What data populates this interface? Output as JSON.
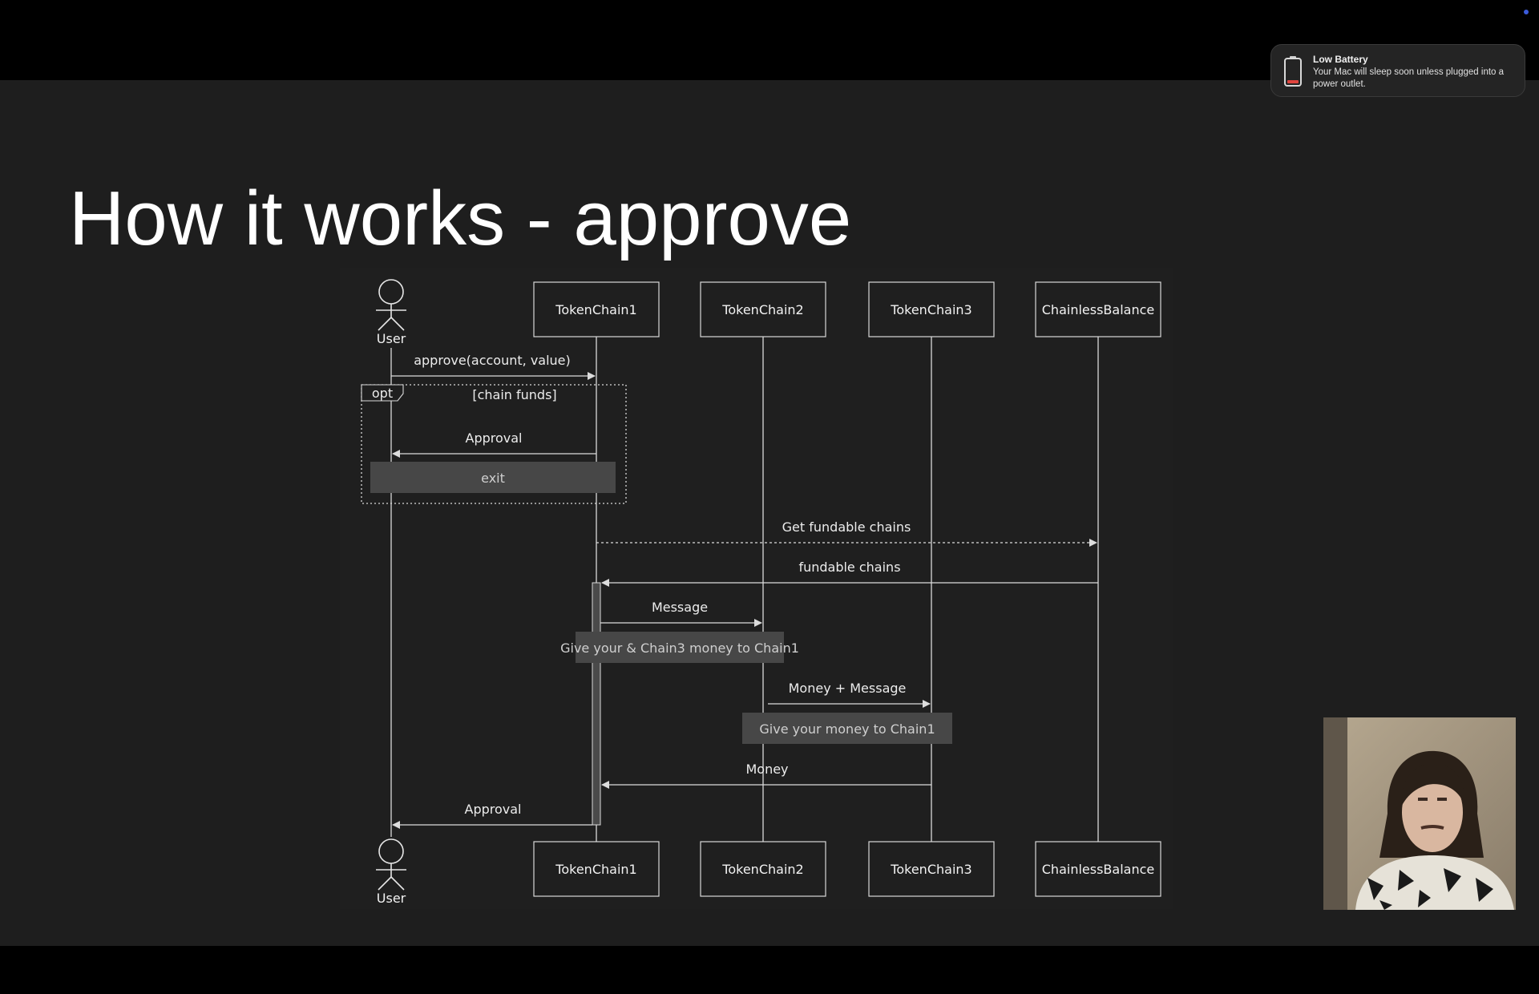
{
  "slide": {
    "title": "How it works - approve"
  },
  "notification": {
    "title": "Low Battery",
    "body": "Your Mac will sleep soon unless plugged into a power outlet.",
    "icon": "battery-low-icon",
    "accent_color": "#e0443e"
  },
  "diagram": {
    "participants": [
      {
        "id": "user",
        "label": "User",
        "kind": "actor"
      },
      {
        "id": "tc1",
        "label": "TokenChain1",
        "kind": "box"
      },
      {
        "id": "tc2",
        "label": "TokenChain2",
        "kind": "box"
      },
      {
        "id": "tc3",
        "label": "TokenChain3",
        "kind": "box"
      },
      {
        "id": "cb",
        "label": "ChainlessBalance",
        "kind": "box"
      }
    ],
    "opt_block": {
      "keyword": "opt",
      "condition": "[chain funds]",
      "note": "exit"
    },
    "messages": [
      {
        "from": "user",
        "to": "tc1",
        "label": "approve(account, value)",
        "style": "solid"
      },
      {
        "from": "tc1",
        "to": "user",
        "label": "Approval",
        "style": "solid"
      },
      {
        "from": "tc1",
        "to": "cb",
        "label": "Get fundable chains",
        "style": "dashed"
      },
      {
        "from": "cb",
        "to": "tc1",
        "label": "fundable chains",
        "style": "solid"
      },
      {
        "from": "tc1",
        "to": "tc2",
        "label": "Message",
        "style": "solid"
      },
      {
        "from": "tc2",
        "to": "tc3",
        "label": "Money + Message",
        "style": "solid"
      },
      {
        "from": "tc3",
        "to": "tc1",
        "label": "Money",
        "style": "solid"
      },
      {
        "from": "tc1",
        "to": "user",
        "label": "Approval",
        "style": "solid"
      }
    ],
    "notes": [
      {
        "text": "Give your & Chain3 money to Chain1"
      },
      {
        "text": "Give your money to Chain1"
      }
    ]
  },
  "webcam": {
    "description_icon": "presenter-video"
  }
}
